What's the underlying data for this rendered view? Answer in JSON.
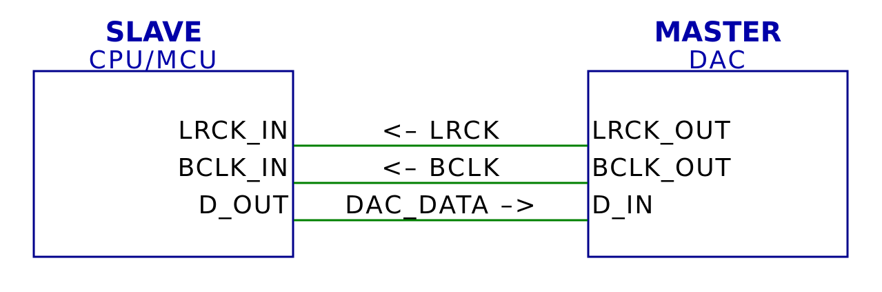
{
  "colors": {
    "box": "#00008b",
    "title": "#0000a8",
    "label": "#000000",
    "wire": "#008000"
  },
  "slave": {
    "title": "SLAVE",
    "subtitle": "CPU/MCU",
    "pins": [
      "LRCK_IN",
      "BCLK_IN",
      "D_OUT"
    ]
  },
  "master": {
    "title": "MASTER",
    "subtitle": "DAC",
    "pins": [
      "LRCK_OUT",
      "BCLK_OUT",
      "D_IN"
    ]
  },
  "signals": [
    "<– LRCK",
    "<– BCLK",
    "DAC_DATA –>"
  ]
}
